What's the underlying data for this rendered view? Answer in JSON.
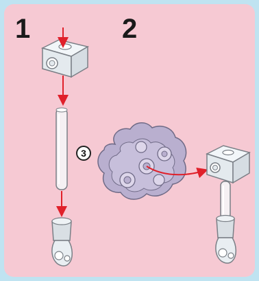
{
  "steps": [
    {
      "number": "1"
    },
    {
      "number": "2"
    }
  ],
  "quantity_badge": "3",
  "colors": {
    "page_background": "#bfe3f1",
    "panel_background": "#f6c9d3",
    "arrow": "#e0202a",
    "transparent_part": "#e9eef2",
    "part_outline": "#7a7f86",
    "gear_fill": "#b9afcf",
    "gear_outline": "#6f6a86"
  },
  "icons": [
    "technic-brick-icon",
    "technic-axle-icon",
    "ball-joint-icon",
    "gear-cluster-icon",
    "assembly-arrow-icon"
  ]
}
